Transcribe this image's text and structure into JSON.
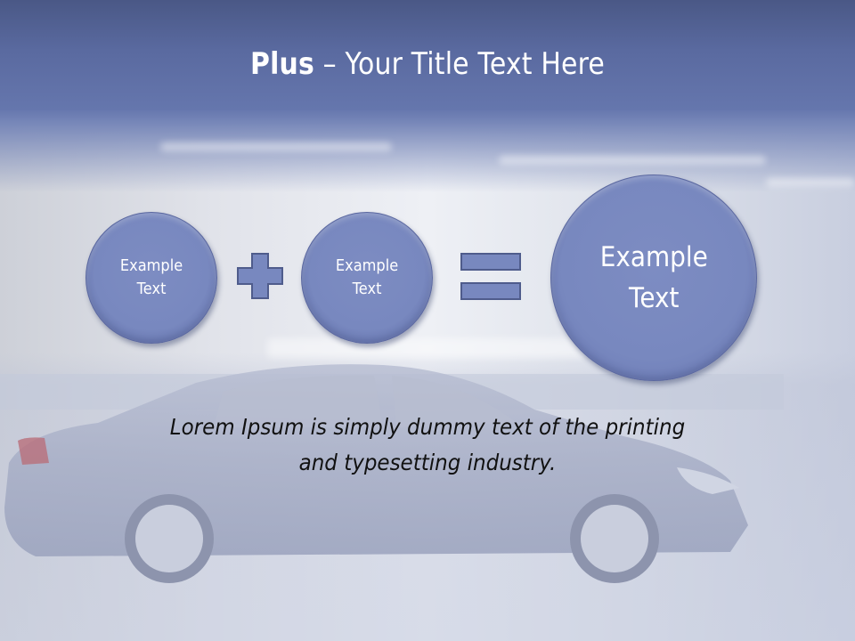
{
  "slide": {
    "title": {
      "bold": "Plus",
      "rest": " – Your Title Text Here"
    },
    "equation": {
      "operand_1": {
        "line1": "Example",
        "line2": "Text"
      },
      "operator_1": "plus-icon",
      "operand_2": {
        "line1": "Example",
        "line2": "Text"
      },
      "operator_2": "equals-icon",
      "result": {
        "line1": "Example",
        "line2": "Text"
      }
    },
    "body": {
      "line1": "Lorem Ipsum is simply dummy text of the printing",
      "line2": "and typesetting industry."
    },
    "colors": {
      "header": "#5a6aa0",
      "shape_fill": "#7888bf",
      "shape_border": "#4f5c8c",
      "title_text": "#ffffff",
      "body_text": "#111111"
    }
  }
}
